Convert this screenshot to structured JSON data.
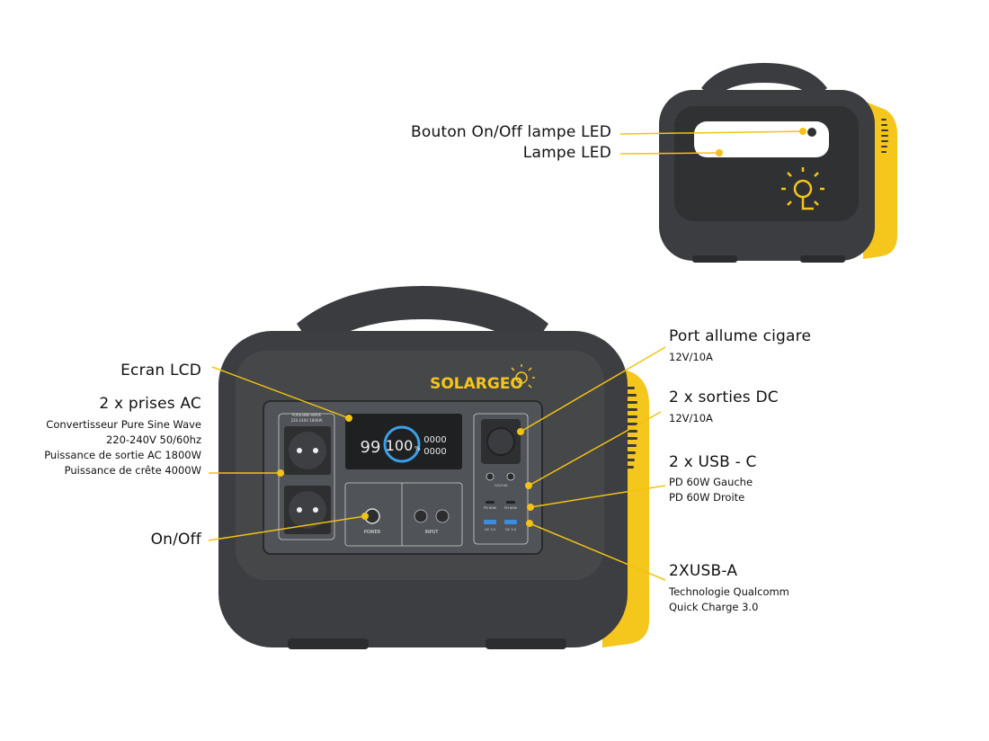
{
  "callouts": {
    "led_button": "Bouton On/Off lampe LED",
    "led_lamp": "Lampe LED",
    "lcd": "Ecran LCD",
    "ac_title": "2 x prises AC",
    "ac_lines": [
      "Convertisseur Pure Sine Wave",
      "220-240V 50/60hz",
      "Puissance de sortie AC 1800W",
      "Puissance de crête 4000W"
    ],
    "onoff": "On/Off",
    "cigar_title": "Port allume cigare",
    "cigar_sub": "12V/10A",
    "dc_title": "2 x sorties DC",
    "dc_sub": "12V/10A",
    "usbc_title": "2 x USB - C",
    "usbc_lines": [
      "PD 60W  Gauche",
      "PD 60W  Droite"
    ],
    "usba_title": "2XUSB-A",
    "usba_lines": [
      "Technologie Qualcomm",
      "Quick Charge 3.0"
    ]
  },
  "device": {
    "brand": "SOLARGEO",
    "lcd_left_value": "99",
    "lcd_battery": "100",
    "lcd_battery_unit": "%",
    "lcd_right_top": "0000",
    "lcd_right_bottom": "0000",
    "socket_label_1": "PURESINE-WAVE",
    "socket_label_2": "220-240V 1800W",
    "power_label": "POWER",
    "input_label": "INPUT",
    "dc_port_label": "12V/10A",
    "usbc_label_1": "PD 60W",
    "usbc_label_2": "PD 60W",
    "usba_label_1": "QC 3.0",
    "usba_label_2": "QC 3.0"
  },
  "colors": {
    "accent": "#f5c61b",
    "body": "#3d3f42",
    "body_dark": "#2c2e30",
    "panel": "#505357",
    "leader": "#f2c214"
  }
}
